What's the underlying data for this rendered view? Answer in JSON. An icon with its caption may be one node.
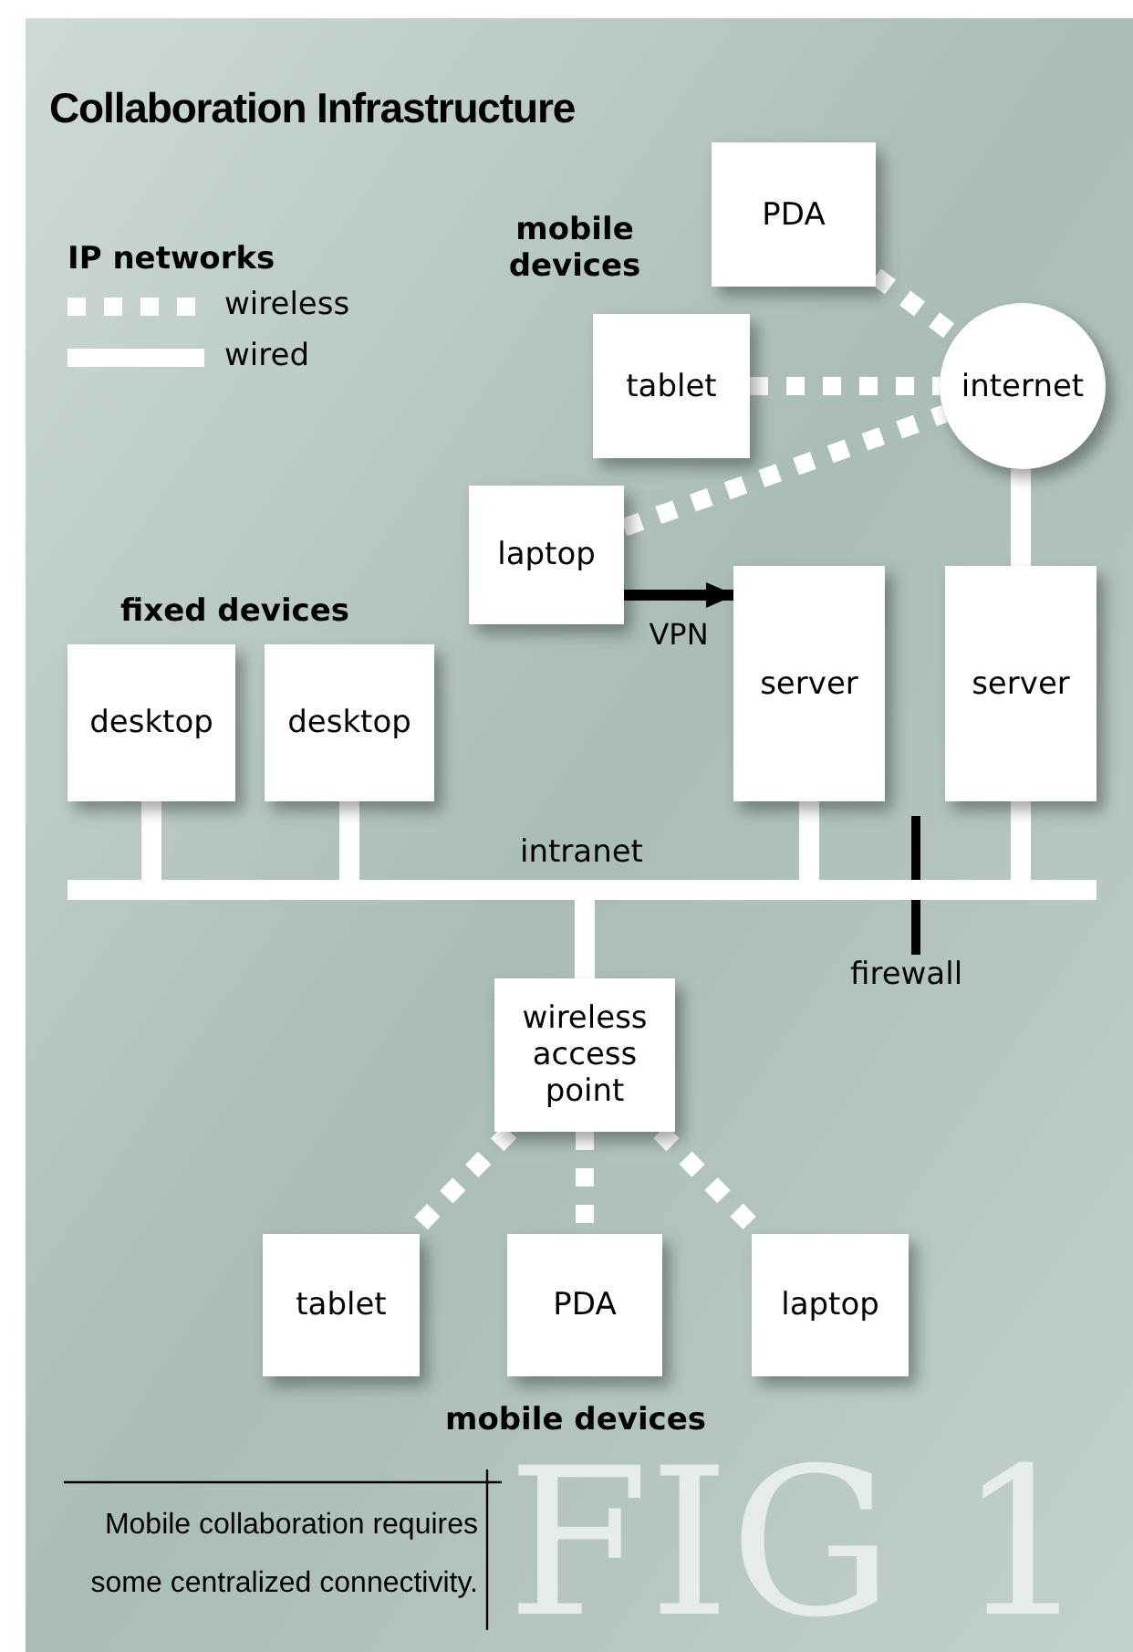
{
  "diagram": {
    "title": "Collaboration Infrastructure",
    "caption": "Mobile collaboration requires some centralized connectivity.",
    "nodes": [
      {
        "text": [
          "PDA"
        ]
      },
      {
        "text": [
          "tablet"
        ]
      },
      {
        "text": [
          "internet"
        ]
      },
      {
        "text": [
          "laptop"
        ]
      },
      {
        "text": [
          "desktop"
        ]
      },
      {
        "text": [
          "desktop"
        ]
      },
      {
        "text": [
          "server"
        ]
      },
      {
        "text": [
          "server"
        ]
      },
      {
        "text": [],
        "shape": "bar"
      },
      {
        "text": [
          "wireless access point"
        ]
      },
      {
        "text": [
          "tablet"
        ]
      },
      {
        "text": [
          "PDA"
        ]
      },
      {
        "text": [
          "laptop"
        ]
      }
    ],
    "edges": [
      {
        "from": 0,
        "to": 2,
        "arrow": "none",
        "style": "dashed"
      },
      {
        "from": 1,
        "to": 2,
        "arrow": "none",
        "style": "dashed"
      },
      {
        "from": 3,
        "to": 2,
        "arrow": "none",
        "style": "dashed"
      },
      {
        "from": 3,
        "to": 6,
        "arrow": "to",
        "label": "VPN",
        "color": "#000000"
      },
      {
        "from": 2,
        "to": 7,
        "arrow": "none"
      },
      {
        "from": 4,
        "to": 8,
        "arrow": "none"
      },
      {
        "from": 5,
        "to": 8,
        "arrow": "none"
      },
      {
        "from": 6,
        "to": 8,
        "arrow": "none"
      },
      {
        "from": 7,
        "to": 8,
        "arrow": "none"
      },
      {
        "from": 8,
        "to": 9,
        "arrow": "none"
      },
      {
        "from": 9,
        "to": 10,
        "arrow": "none",
        "style": "dashed"
      },
      {
        "from": 9,
        "to": 11,
        "arrow": "none",
        "style": "dashed"
      },
      {
        "from": 9,
        "to": 12,
        "arrow": "none",
        "style": "dashed"
      }
    ],
    "labels": [
      "mobile devices",
      "IP networks",
      "fixed devices",
      "intranet",
      "firewall",
      "mobile devices",
      "FIG 1"
    ],
    "legend": [
      {
        "text": "wireless"
      },
      {
        "text": "wired"
      }
    ]
  }
}
